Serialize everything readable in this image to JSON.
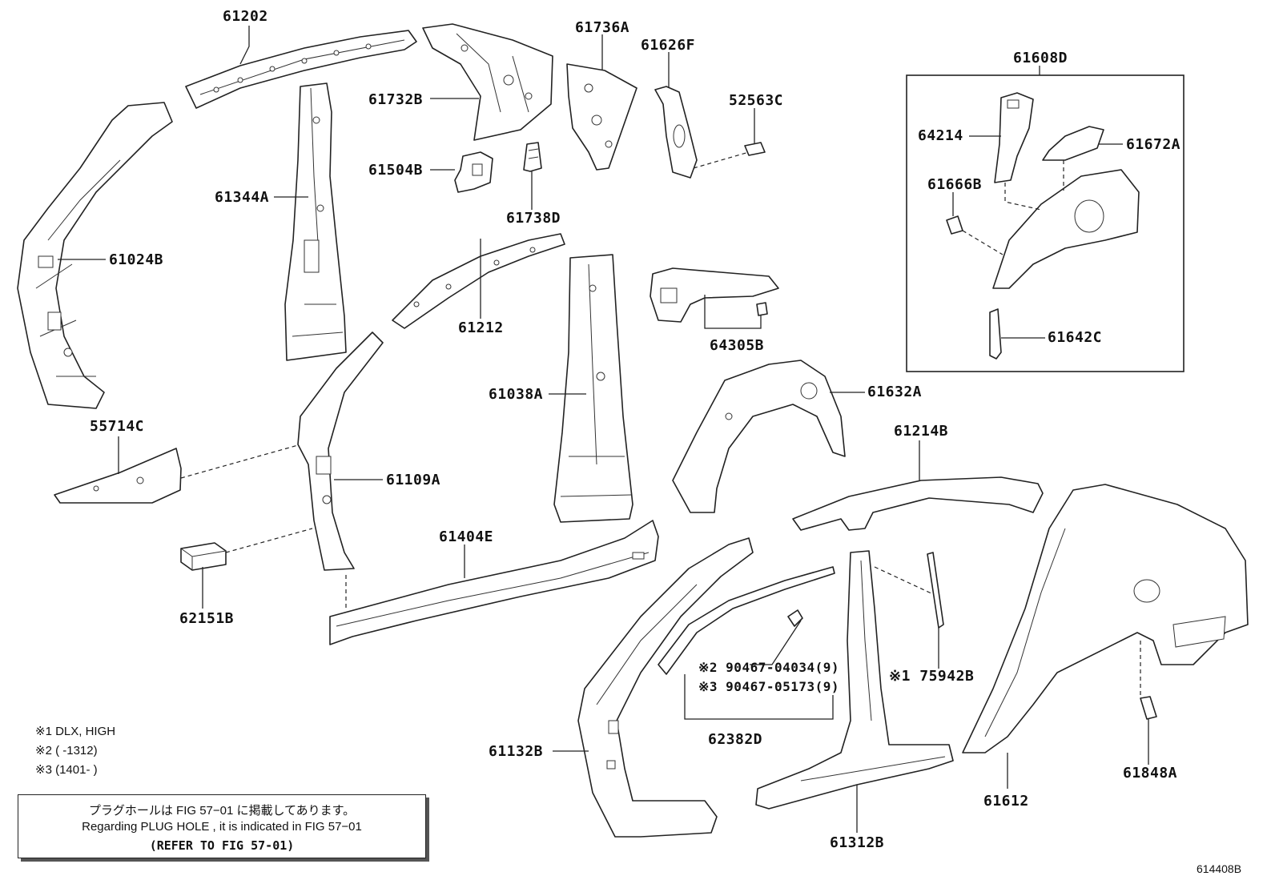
{
  "labels": {
    "p61202": "61202",
    "p61732B": "61732B",
    "p61736A": "61736A",
    "p61626F": "61626F",
    "p52563C": "52563C",
    "p61608D": "61608D",
    "p64214": "64214",
    "p61672A": "61672A",
    "p61666B": "61666B",
    "p61642C": "61642C",
    "p61344A": "61344A",
    "p61504B": "61504B",
    "p61738D": "61738D",
    "p61024B": "61024B",
    "p61212": "61212",
    "p64305B": "64305B",
    "p61038A": "61038A",
    "p61632A": "61632A",
    "p55714C": "55714C",
    "p61109A": "61109A",
    "p61214B": "61214B",
    "p61404E": "61404E",
    "p62151B": "62151B",
    "p90467_04034": "※2 90467-04034(9)",
    "p90467_05173": "※3 90467-05173(9)",
    "p75942B": "※1 75942B",
    "p62382D": "62382D",
    "p61132B": "61132B",
    "p61612": "61612",
    "p61848A": "61848A",
    "p61312B": "61312B"
  },
  "notes": {
    "n1": "※1  DLX, HIGH",
    "n2": "※2 (        -1312)",
    "n3": "※3 (1401-        )"
  },
  "reference": {
    "line1": "プラグホールは FIG  57−01 に掲載してあります。",
    "line2": "Regarding  PLUG  HOLE , it is indicated in FIG  57−01",
    "line3": "(REFER TO FIG 57-01)"
  },
  "figure_id": "614408B"
}
